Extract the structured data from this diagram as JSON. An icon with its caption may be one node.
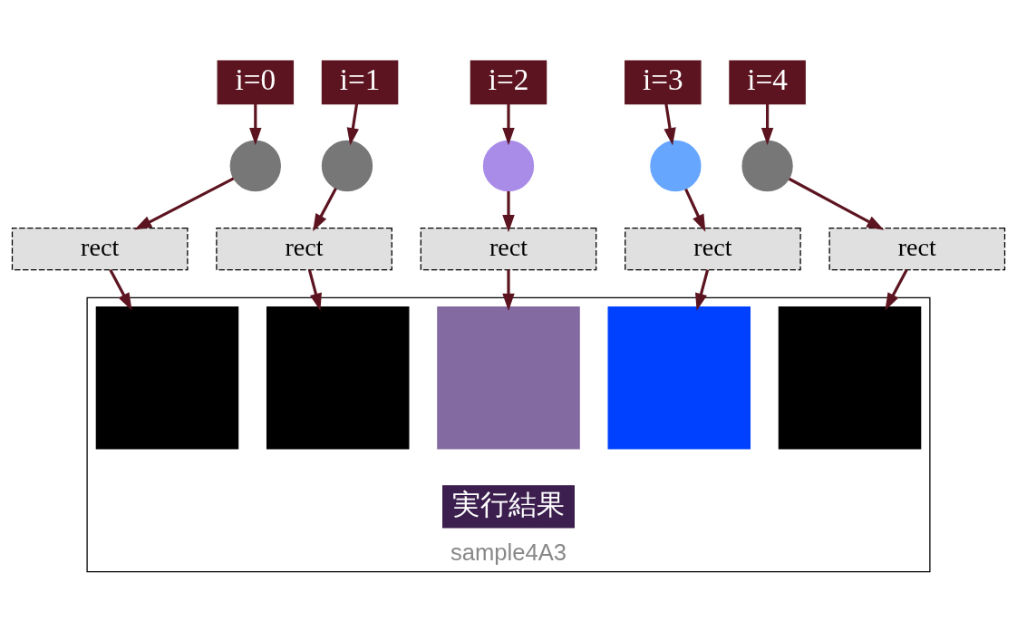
{
  "diagram": {
    "nodes": [
      {
        "text": [
          "i=0"
        ]
      },
      {
        "text": [
          "i=1"
        ]
      },
      {
        "text": [
          "i=2"
        ]
      },
      {
        "text": [
          "i=3"
        ]
      },
      {
        "text": [
          "i=4"
        ]
      },
      {
        "text": [],
        "shape": "circle"
      },
      {
        "text": [],
        "shape": "circle"
      },
      {
        "text": [],
        "shape": "circle"
      },
      {
        "text": [],
        "shape": "circle"
      },
      {
        "text": [],
        "shape": "circle"
      },
      {
        "text": [
          "sample4A3"
        ]
      },
      {
        "text": [
          "rect"
        ]
      },
      {
        "text": [
          "rect"
        ]
      },
      {
        "text": [
          "rect"
        ]
      },
      {
        "text": [
          "rect"
        ]
      },
      {
        "text": [
          "rect"
        ]
      },
      {
        "text": [],
        "shape": "box",
        "in": 10
      },
      {
        "text": [],
        "shape": "box",
        "in": 10
      },
      {
        "text": [],
        "shape": "box",
        "in": 10
      },
      {
        "text": [],
        "shape": "box",
        "in": 10
      },
      {
        "text": [],
        "shape": "box",
        "in": 10
      },
      {
        "text": [
          "実行結果"
        ],
        "in": 10
      }
    ],
    "edges": [
      {
        "from": 0,
        "to": 5,
        "arrow": "to"
      },
      {
        "from": 1,
        "to": 6,
        "arrow": "to"
      },
      {
        "from": 2,
        "to": 7,
        "arrow": "to"
      },
      {
        "from": 3,
        "to": 8,
        "arrow": "to"
      },
      {
        "from": 4,
        "to": 9,
        "arrow": "to"
      },
      {
        "from": 5,
        "to": 11,
        "arrow": "to"
      },
      {
        "from": 6,
        "to": 12,
        "arrow": "to"
      },
      {
        "from": 7,
        "to": 13,
        "arrow": "to"
      },
      {
        "from": 8,
        "to": 14,
        "arrow": "to"
      },
      {
        "from": 9,
        "to": 15,
        "arrow": "to"
      },
      {
        "from": 11,
        "to": 16,
        "arrow": "to"
      },
      {
        "from": 12,
        "to": 17,
        "arrow": "to"
      },
      {
        "from": 13,
        "to": 18,
        "arrow": "to"
      },
      {
        "from": 14,
        "to": 19,
        "arrow": "to"
      },
      {
        "from": 15,
        "to": 20,
        "arrow": "to"
      }
    ]
  }
}
